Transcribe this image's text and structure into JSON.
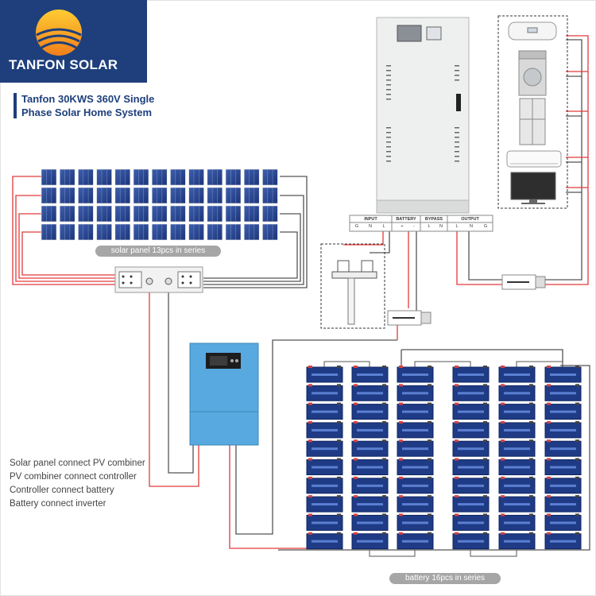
{
  "brand": {
    "name": "TANFON SOLAR",
    "primary_color": "#1e3f7c"
  },
  "title": {
    "line1": "Tanfon 30KWS 360V Single",
    "line2": "Phase Solar Home System"
  },
  "solar_label": "solar panel 13pcs in series",
  "battery_label": "battery 16pcs in series",
  "steps": [
    "Solar panel connect PV combiner",
    "PV combiner connect controller",
    "Controller connect battery",
    "Battery connect inverter"
  ],
  "terminals": {
    "groups": [
      "INPUT",
      "BATTERY",
      "BYPASS",
      "OUTPUT"
    ],
    "pins": [
      "G",
      "N",
      "L",
      "+",
      "-",
      "L",
      "N",
      "L",
      "N",
      "G"
    ]
  },
  "appliances": [
    "water-heater",
    "washing-machine",
    "refrigerator",
    "air-conditioner",
    "television"
  ],
  "wire_colors": {
    "positive": "#e23a3a",
    "negative": "#555555"
  }
}
